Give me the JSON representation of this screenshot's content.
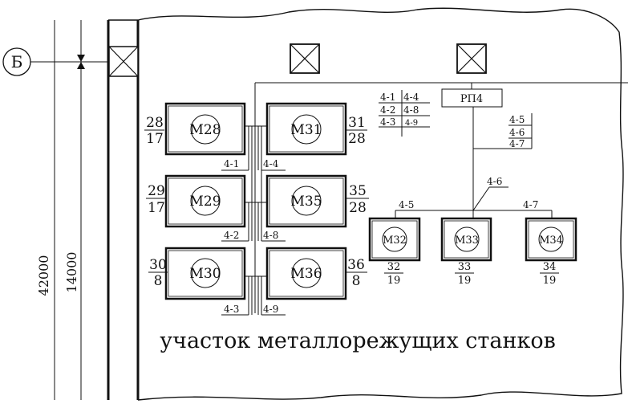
{
  "axis": {
    "label": "Б"
  },
  "dimensions": {
    "outer": "42000",
    "inner": "14000"
  },
  "panel": {
    "label": "РП4"
  },
  "area_title": "участок металлорежущих станков",
  "machines": [
    {
      "id": "m28",
      "label": "М28",
      "num": "28",
      "den": "17"
    },
    {
      "id": "m29",
      "label": "М29",
      "num": "29",
      "den": "17"
    },
    {
      "id": "m30",
      "label": "М30",
      "num": "30",
      "den": "8"
    },
    {
      "id": "m31",
      "label": "М31",
      "num": "31",
      "den": "28"
    },
    {
      "id": "m35",
      "label": "М35",
      "num": "35",
      "den": "28"
    },
    {
      "id": "m36",
      "label": "М36",
      "num": "36",
      "den": "8"
    },
    {
      "id": "m32",
      "label": "М32",
      "num": "32",
      "den": "19"
    },
    {
      "id": "m33",
      "label": "М33",
      "num": "33",
      "den": "19"
    },
    {
      "id": "m34",
      "label": "М34",
      "num": "34",
      "den": "19"
    }
  ],
  "lines": {
    "l41": "4-1",
    "l42": "4-2",
    "l43": "4-3",
    "l44": "4-4",
    "l45": "4-5",
    "l46": "4-6",
    "l47": "4-7",
    "l48": "4-8",
    "l49": "4-9"
  }
}
